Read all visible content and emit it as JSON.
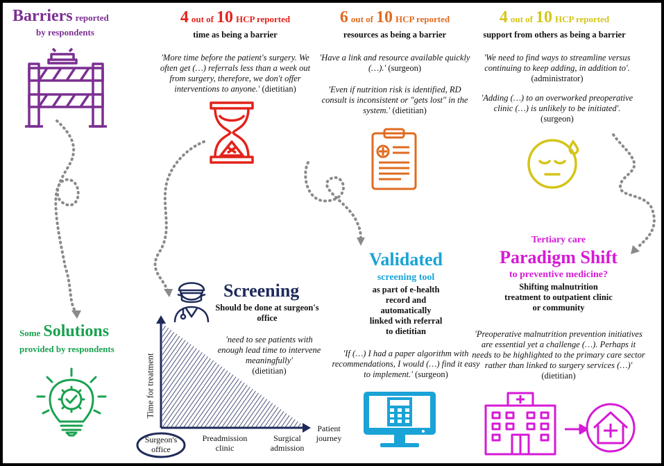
{
  "colors": {
    "purple": "#7b2f91",
    "red": "#e2231a",
    "orange": "#e06b1f",
    "yellow": "#d4c41a",
    "navy": "#1f2a5a",
    "green": "#1aa150",
    "cyan": "#1aa3d6",
    "magenta": "#d61ad6",
    "grey": "#8a8a8a"
  },
  "barriers_header": {
    "big": "Barriers",
    "small": "reported",
    "line2": "by respondents"
  },
  "solutions_header": {
    "pre": "Some",
    "big": "Solutions",
    "line2": "provided by respondents"
  },
  "time_barrier": {
    "num1": "4",
    "mid": "out of",
    "num2": "10",
    "suffix": "HCP reported",
    "subtitle": "time as being a barrier",
    "quote": "'More time before the patient's surgery. We often get (…) referrals less than a week out from surgery, therefore, we don't offer interventions to anyone.'",
    "attribution": "(dietitian)"
  },
  "resources_barrier": {
    "num1": "6",
    "mid": "out of",
    "num2": "10",
    "suffix": "HCP reported",
    "subtitle": "resources as being a barrier",
    "quote1": "'Have a link and resource available quickly (…).'",
    "attribution1": "(surgeon)",
    "quote2": "'Even if nutrition risk is identified, RD consult is inconsistent or \"gets lost\" in the system.'",
    "attribution2": "(dietitian)"
  },
  "support_barrier": {
    "num1": "4",
    "mid": "out of",
    "num2": "10",
    "suffix": "HCP reported",
    "subtitle": "support from others as being a barrier",
    "quote1": "'We need to find ways to streamline versus continuing to keep adding, in addition to'.",
    "attribution1": "(administrator)",
    "quote2": "'Adding (…) to an overworked preoperative clinic (…) is unlikely to be initiated'.",
    "attribution2": "(surgeon)"
  },
  "screening": {
    "title": "Screening",
    "subtitle1": "Should be done at surgeon's",
    "subtitle2": "office",
    "quote": "'need to see patients with enough lead time to intervene meaningfully'",
    "attribution": "(dietitian)"
  },
  "validated": {
    "title": "Validated",
    "subtitle": "screening tool",
    "lines": [
      "as part of e-health",
      "record and",
      "automatically",
      "linked with referral",
      "to dietitian"
    ],
    "quote": "'If (…) I had a paper algorithm with recommendations, I would (…) find it easy to implement.'",
    "attribution": "(surgeon)"
  },
  "paradigm": {
    "pre": "Tertiary care",
    "title": "Paradigm Shift",
    "subtitle": "to preventive medicine?",
    "lines": [
      "Shifting malnutrition",
      "treatment to outpatient clinic",
      "or community"
    ],
    "quote": "'Preoperative malnutrition prevention initiatives are essential yet a challenge (…). Perhaps it needs to be highlighted to the primary care sector rather than linked to surgery services (…)'",
    "attribution": "(dietitian)"
  },
  "timeline_chart": {
    "y_label": "Time for treatment",
    "x_label": "Patient journey",
    "stages": [
      "Surgeon's office",
      "Preadmission clinic",
      "Surgical admission"
    ]
  }
}
